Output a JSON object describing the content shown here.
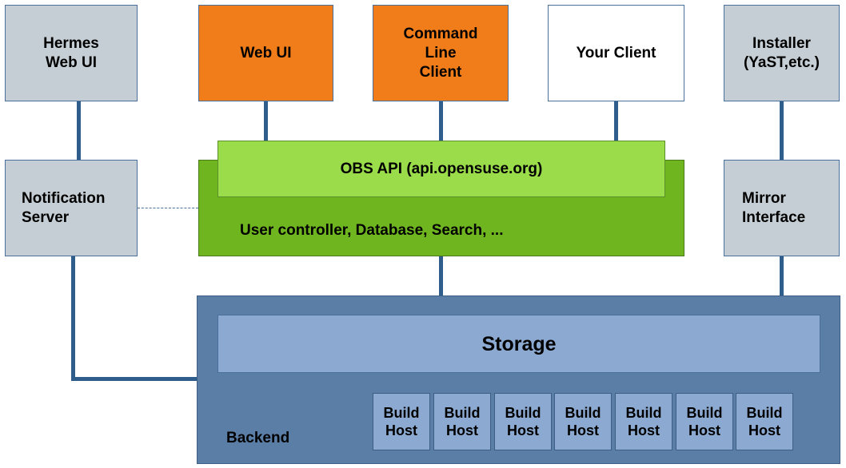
{
  "nodes": {
    "hermes": "Hermes\nWeb UI",
    "web_ui": "Web   UI",
    "command_line_client": "Command\nLine\nClient",
    "your_client": "Your   Client",
    "installer": "Installer\n(YaST,etc.)",
    "notification_server": "Notification\nServer",
    "mirror_interface": "Mirror\nInterface",
    "obs_api": "OBS API (api.opensuse.org)",
    "api_internals": "User controller, Database, Search, ...",
    "storage": "Storage",
    "backend": "Backend",
    "build_hosts": [
      "Build\nHost",
      "Build\nHost",
      "Build\nHost",
      "Build\nHost",
      "Build\nHost",
      "Build\nHost",
      "Build\nHost"
    ]
  },
  "colors": {
    "client_orange": "#f07d19",
    "gray": "#c5ced4",
    "api_green": "#6fb51f",
    "api_light_green": "#9bdc4a",
    "backend_blue": "#5b7ea7",
    "storage_blue": "#8caad1",
    "connector": "#2f5e8c"
  }
}
